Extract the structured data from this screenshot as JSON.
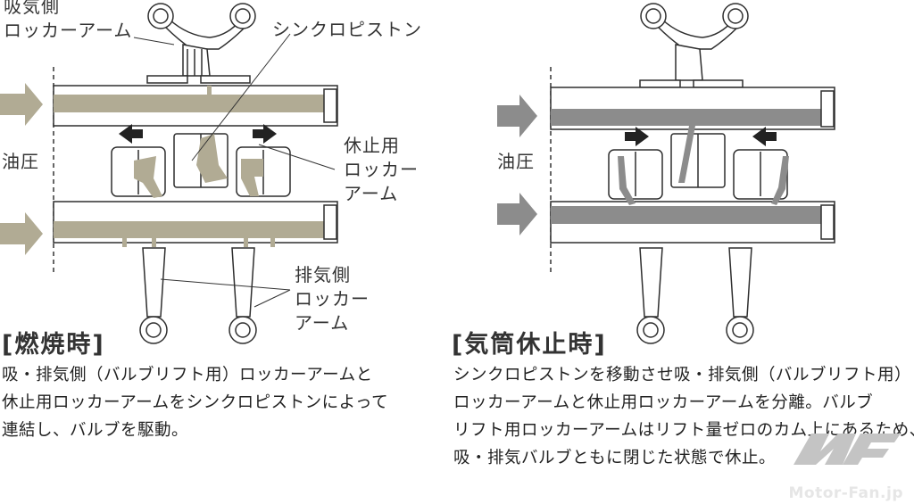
{
  "colors": {
    "oil_active": "#b1ab94",
    "oil_inactive": "#8c8c8c",
    "outline": "#2e2e2e",
    "arrow_dark": "#222222",
    "watermark": "#c8c8c8"
  },
  "left_panel": {
    "mode": "combustion",
    "labels": {
      "intake_rocker": "吸気側\nロッカーアーム",
      "synchro_piston": "シンクロピストン",
      "oil_pressure": "油圧",
      "rest_rocker": "休止用\nロッカー\nアーム",
      "exhaust_rocker": "排気側\nロッカー\nアーム"
    },
    "piston_direction": "outward",
    "heading": "[燃焼時]",
    "description": [
      "吸・排気側（バルブリフト用）ロッカーアームと",
      "休止用ロッカーアームをシンクロピストンによって",
      "連結し、バルブを駆動。"
    ]
  },
  "right_panel": {
    "mode": "cylinder_deactivation",
    "labels": {
      "oil_pressure": "油圧"
    },
    "piston_direction": "inward",
    "heading": "[気筒休止時]",
    "description": [
      "シンクロピストンを移動させ吸・排気側（バルブリフト用）",
      "ロッカーアームと休止用ロッカーアームを分離。バルブ",
      "リフト用ロッカーアームはリフト量ゼロのカム上にあるため、",
      "吸・排気バルブともに閉じた状態で休止。"
    ]
  },
  "watermark": {
    "text": "Motor-Fan.jp"
  }
}
